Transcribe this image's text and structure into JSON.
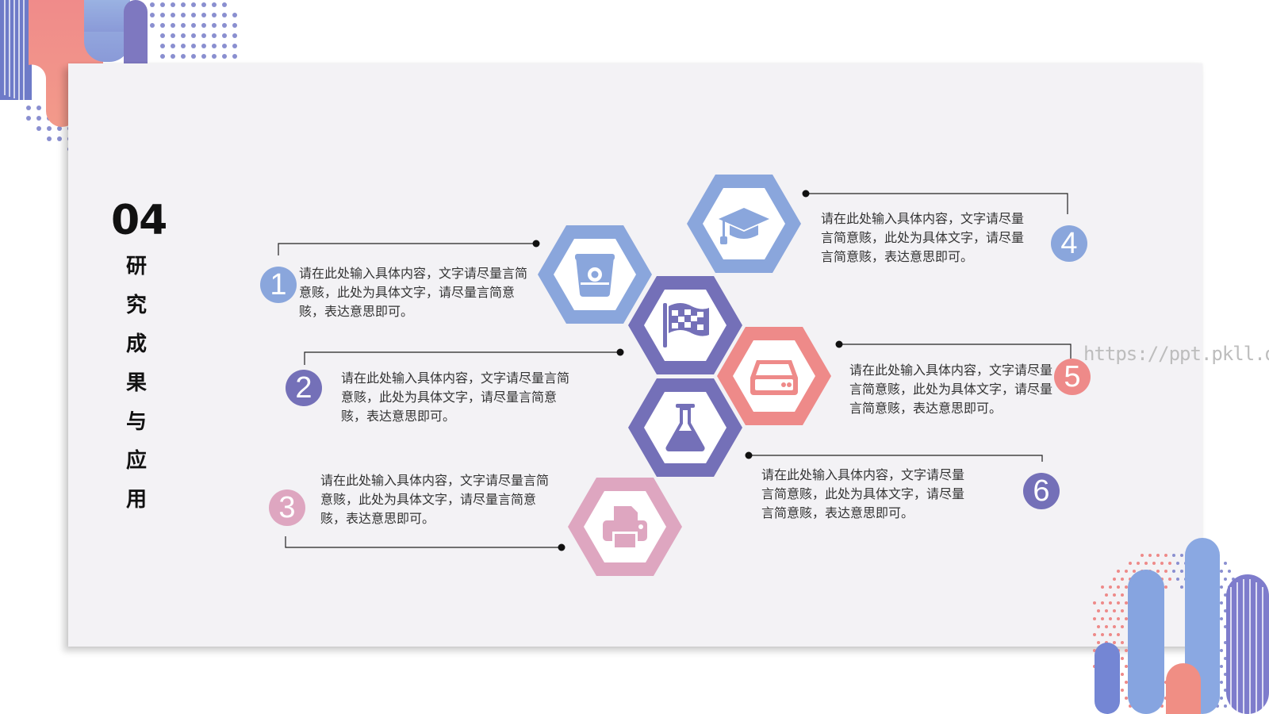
{
  "section": {
    "number": "04",
    "title": "研究成果与应用"
  },
  "items": [
    {
      "num": "1",
      "text": "请在此处输入具体内容，文字请尽量言简意赅，此处为具体文字，请尽量言简意赅，表达意思即可。",
      "icon": "bucket-icon"
    },
    {
      "num": "2",
      "text": "请在此处输入具体内容，文字请尽量言简意赅，此处为具体文字，请尽量言简意赅，表达意思即可。",
      "icon": "flag-icon"
    },
    {
      "num": "3",
      "text": "请在此处输入具体内容，文字请尽量言简意赅，此处为具体文字，请尽量言简意赅，表达意思即可。",
      "icon": "printer-icon"
    },
    {
      "num": "4",
      "text": "请在此处输入具体内容，文字请尽量言简意赅，此处为具体文字，请尽量言简意赅，表达意思即可。",
      "icon": "graduation-cap-icon"
    },
    {
      "num": "5",
      "text": "请在此处输入具体内容，文字请尽量言简意赅，此处为具体文字，请尽量言简意赅，表达意思即可。",
      "icon": "hard-drive-icon"
    },
    {
      "num": "6",
      "text": "请在此处输入具体内容，文字请尽量言简意赅，此处为具体文字，请尽量言简意赅，表达意思即可。",
      "icon": "flask-icon"
    }
  ],
  "watermark": "https://ppt.pkll.de",
  "colors": {
    "blue": "#8aa6dc",
    "purple": "#7470b8",
    "pink": "#ee8a89",
    "rose": "#dea6c0",
    "card": "#f3f2f5"
  }
}
